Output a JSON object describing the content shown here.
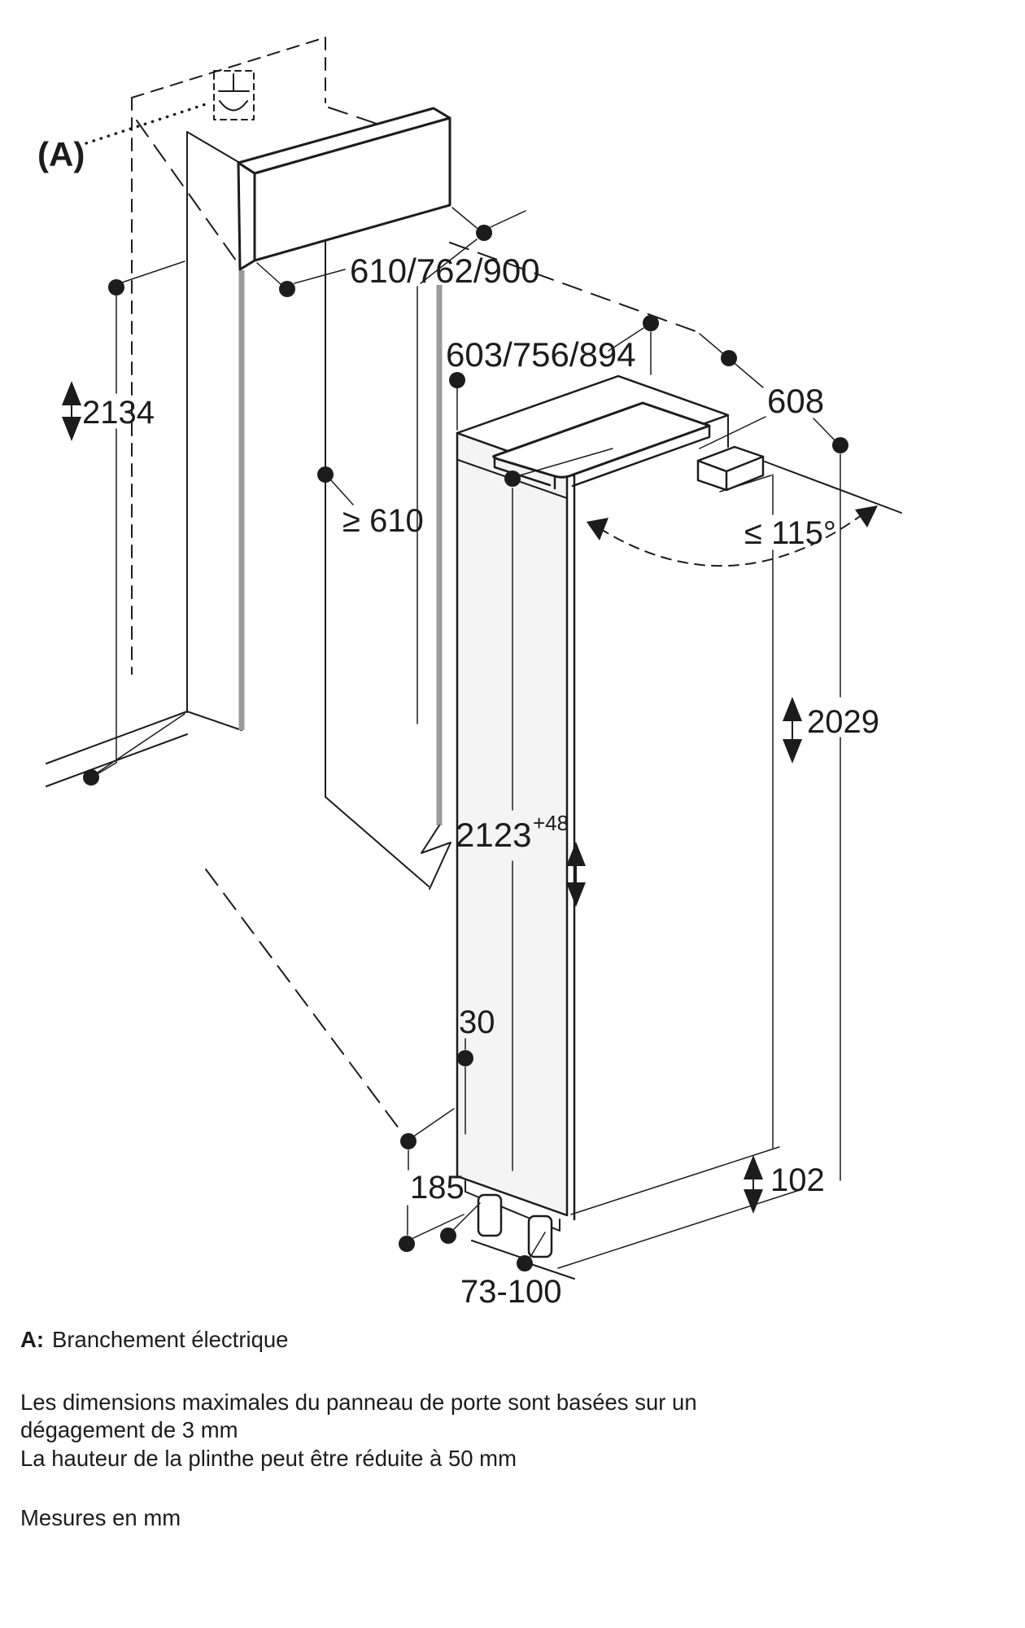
{
  "colors": {
    "line": "#1c1c1c",
    "wall": "#9b9b9b",
    "door-fill": "#f4f4f5",
    "bg": "#ffffff"
  },
  "diagram": {
    "marker_a": "(A)",
    "dims": {
      "niche_width": "610/762/900",
      "appliance_width": "603/756/894",
      "appliance_depth": "608",
      "niche_height": "2134",
      "min_depth": "≥ 610",
      "door_opening_angle": "≤ 115°",
      "door_height": "2029",
      "appliance_height": "2123",
      "appliance_height_tolerance": "+48",
      "top_clearance": "30",
      "base_recess_depth": "185",
      "plinth_height": "102",
      "foot_adjust_range": "73-100"
    }
  },
  "notes": {
    "legend_key": "A:",
    "legend_value": "Branchement électrique",
    "panel_note_line1": "Les dimensions maximales du panneau de porte sont basées sur un",
    "panel_note_line2": "dégagement de 3 mm",
    "plinth_note": "La hauteur de la plinthe peut être réduite à 50 mm",
    "units_note": "Mesures en mm"
  }
}
